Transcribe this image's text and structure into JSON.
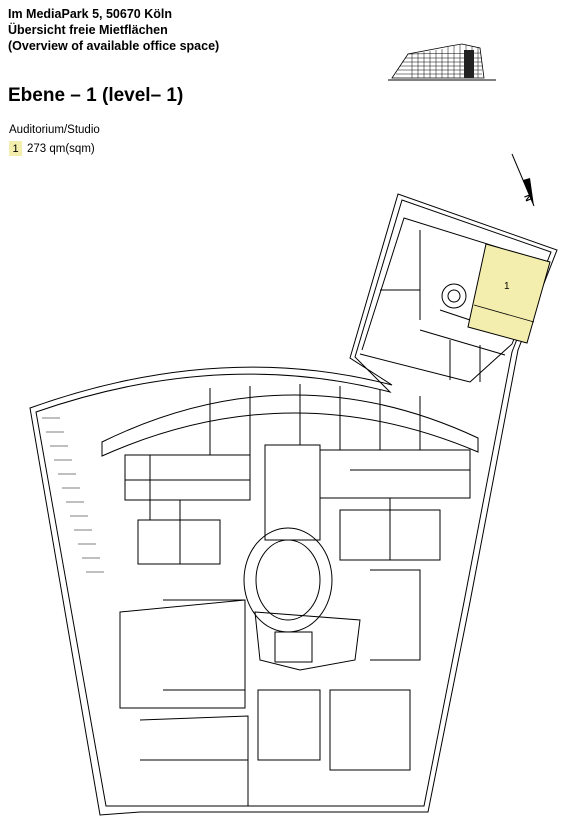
{
  "header": {
    "address": "Im MediaPark 5,  50670 Köln",
    "subtitle_de": "Übersicht freie Mietflächen",
    "subtitle_en": "(Overview of available office space)"
  },
  "level": {
    "title": "Ebene – 1 (level– 1)"
  },
  "legend": {
    "title": "Auditorium/Studio",
    "items": [
      {
        "number": "1",
        "area": "273 qm(sqm)"
      }
    ]
  },
  "plan": {
    "unit_label": "1",
    "north_label": "N",
    "highlight_color": "#f3eeae"
  }
}
